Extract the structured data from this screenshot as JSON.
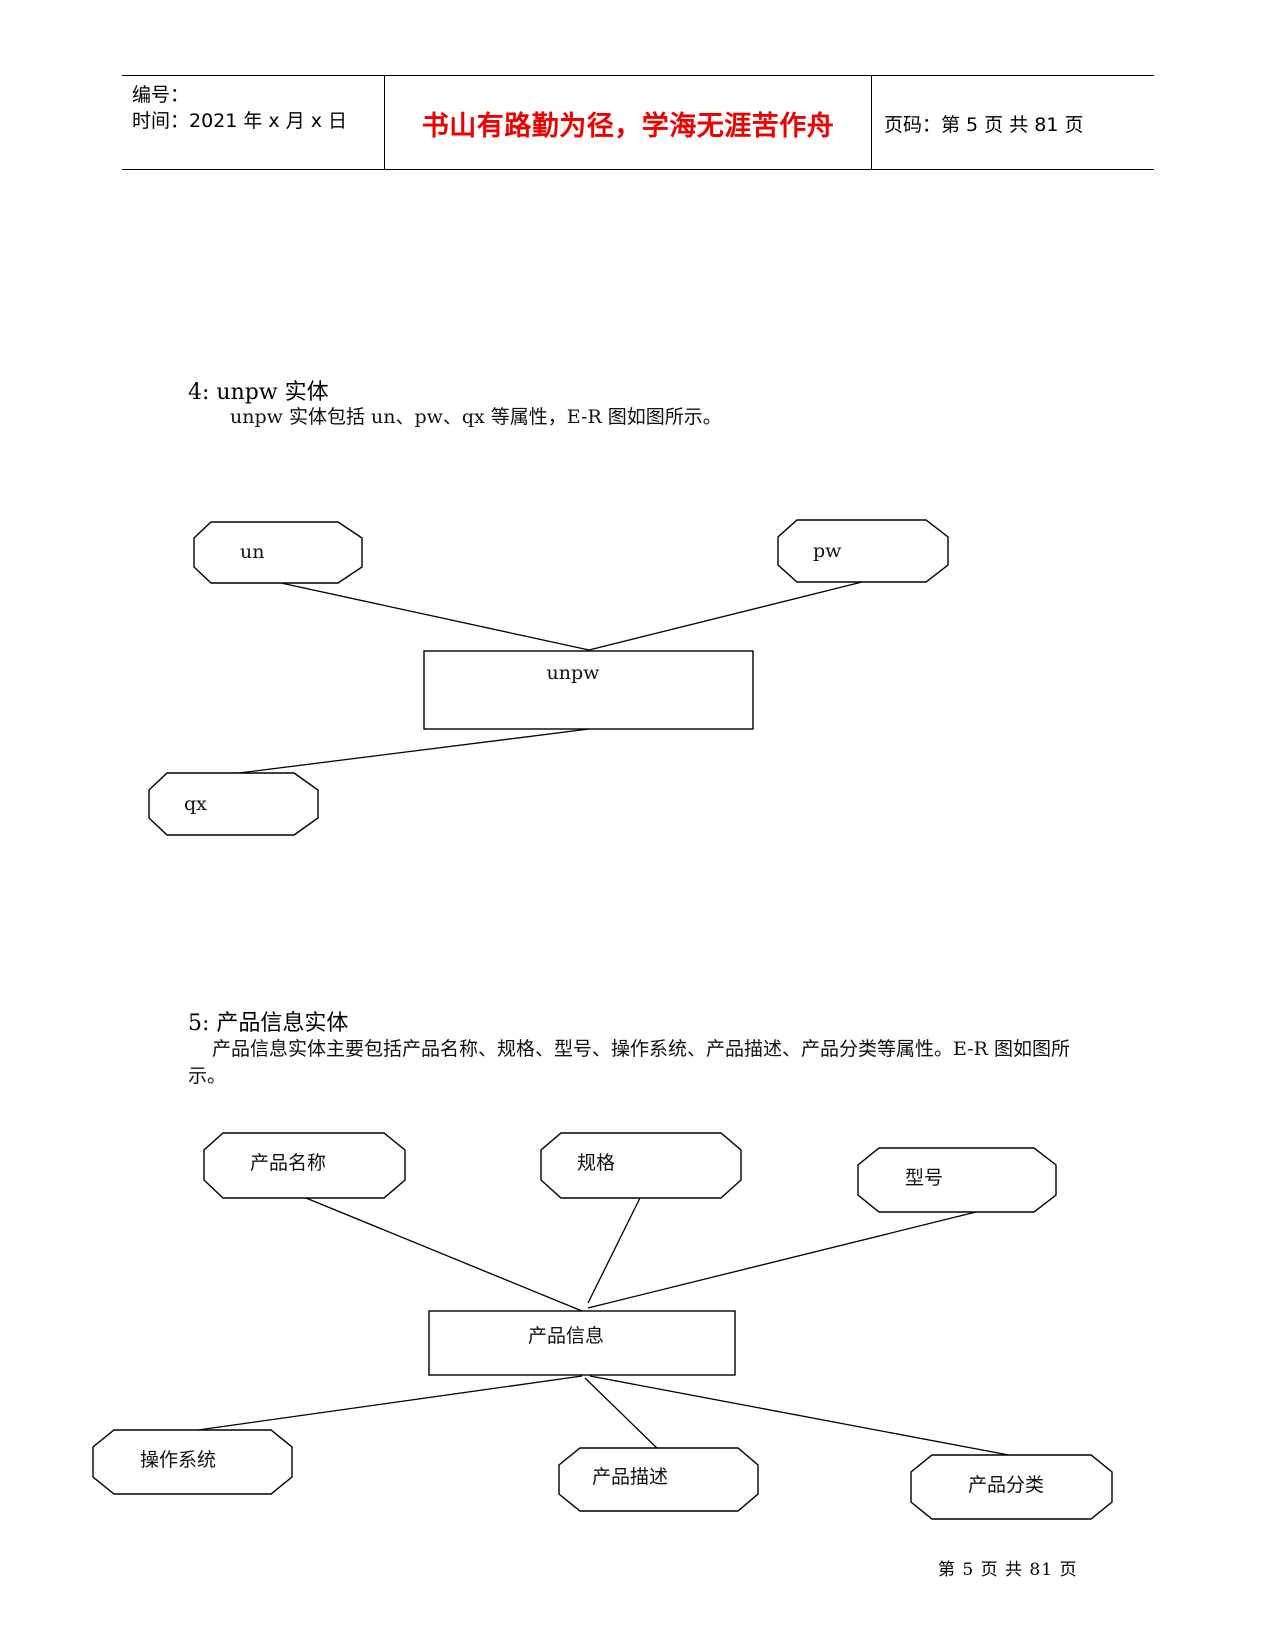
{
  "header": {
    "serial_label": "编号：",
    "time_label": "时间：2021 年 x 月 x 日",
    "motto": "书山有路勤为径，学海无涯苦作舟",
    "page_label": "页码：第 5 页  共 81 页"
  },
  "section4": {
    "heading": "4:  unpw 实体",
    "description": "unpw 实体包括 un、pw、qx 等属性，E-R 图如图所示。",
    "diagram": {
      "entity": "unpw",
      "attributes": [
        "un",
        "pw",
        "qx"
      ]
    }
  },
  "section5": {
    "heading": "5:  产品信息实体",
    "description": "产品信息实体主要包括产品名称、规格、型号、操作系统、产品描述、产品分类等属性。E-R 图如图所示。",
    "diagram": {
      "entity": "产品信息",
      "attributes": [
        "产品名称",
        "规格",
        "型号",
        "操作系统",
        "产品描述",
        "产品分类"
      ]
    }
  },
  "footer": {
    "page_label": "第 5 页 共 81 页"
  }
}
